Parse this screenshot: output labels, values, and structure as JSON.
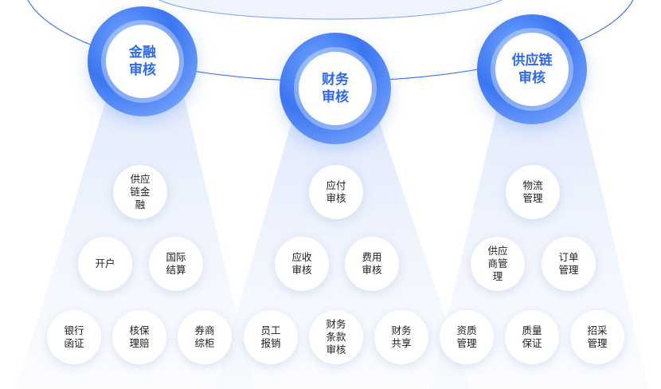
{
  "hubs": [
    {
      "label": "金融\n审核"
    },
    {
      "label": "财务\n审核"
    },
    {
      "label": "供应链\n审核"
    }
  ],
  "finance_nodes": [
    {
      "label": "供应\n链金\n融"
    },
    {
      "label": "开户"
    },
    {
      "label": "国际\n结算"
    },
    {
      "label": "银行\n函证"
    },
    {
      "label": "核保\n理赔"
    },
    {
      "label": "券商\n综柜"
    }
  ],
  "accounting_nodes": [
    {
      "label": "应付\n审核"
    },
    {
      "label": "应收\n审核"
    },
    {
      "label": "费用\n审核"
    },
    {
      "label": "员工\n报销"
    },
    {
      "label": "财务\n条款\n审核"
    },
    {
      "label": "财务\n共享"
    }
  ],
  "supply_nodes": [
    {
      "label": "物流\n管理"
    },
    {
      "label": "供应\n商管\n理"
    },
    {
      "label": "订单\n管理"
    },
    {
      "label": "资质\n管理"
    },
    {
      "label": "质量\n保证"
    },
    {
      "label": "招采\n管理"
    }
  ],
  "colors": {
    "accent": "#2f6ae8",
    "hub_gradient": "#3b76f2",
    "beam": "#dbe6fb"
  }
}
